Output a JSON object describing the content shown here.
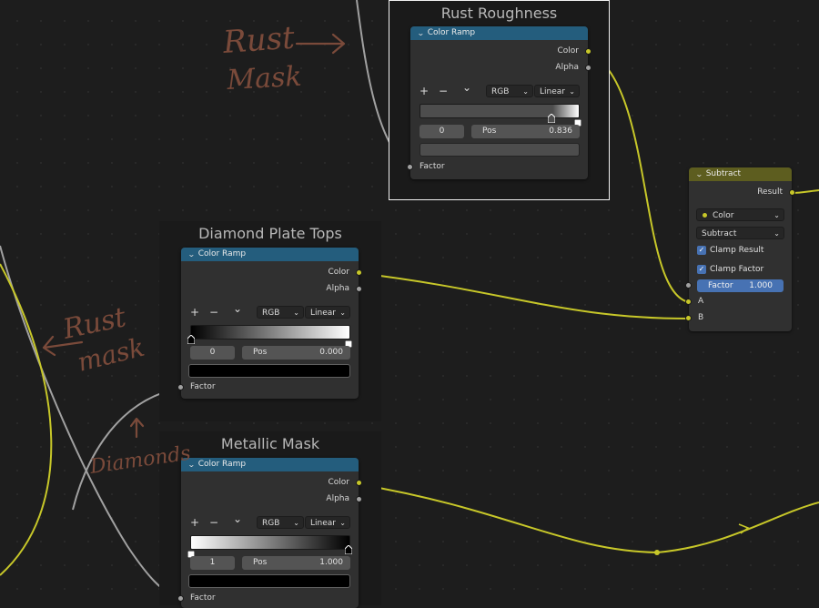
{
  "frames": {
    "rust_roughness": {
      "title": "Rust Roughness"
    },
    "diamond_plate_tops": {
      "title": "Diamond Plate Tops"
    },
    "metallic_mask": {
      "title": "Metallic Mask"
    }
  },
  "nodes": {
    "rust_ramp": {
      "header": "Color Ramp",
      "outputs": [
        "Color",
        "Alpha"
      ],
      "add_label": "+",
      "remove_label": "−",
      "menu_label": "⌄",
      "color_mode": "RGB",
      "interpolation": "Linear",
      "stop_index": "0",
      "pos_label": "Pos",
      "pos_value": "0.836",
      "input": "Factor"
    },
    "diamond_ramp": {
      "header": "Color Ramp",
      "outputs": [
        "Color",
        "Alpha"
      ],
      "add_label": "+",
      "remove_label": "−",
      "menu_label": "⌄",
      "color_mode": "RGB",
      "interpolation": "Linear",
      "stop_index": "0",
      "pos_label": "Pos",
      "pos_value": "0.000",
      "input": "Factor"
    },
    "metallic_ramp": {
      "header": "Color Ramp",
      "outputs": [
        "Color",
        "Alpha"
      ],
      "add_label": "+",
      "remove_label": "−",
      "menu_label": "⌄",
      "color_mode": "RGB",
      "interpolation": "Linear",
      "stop_index": "1",
      "pos_label": "Pos",
      "pos_value": "1.000",
      "input": "Factor"
    },
    "subtract": {
      "header": "Subtract",
      "output": "Result",
      "data_type": "Color",
      "blend_mode": "Subtract",
      "clamp_result": {
        "label": "Clamp Result",
        "checked": true
      },
      "clamp_factor": {
        "label": "Clamp Factor",
        "checked": true
      },
      "factor_label": "Factor",
      "factor_value": "1.000",
      "inputs": [
        "A",
        "B"
      ]
    }
  },
  "annotations": {
    "rust_mask_top": [
      "Rust",
      "Mask"
    ],
    "rust_mask_left": [
      "Rust",
      "mask"
    ],
    "diamonds": "Diamonds"
  },
  "colors": {
    "canvas": "#1d1d1d",
    "node_body": "#303030",
    "ramp_header": "#245d7d",
    "math_header": "#5d5d1f",
    "color_wire": "#c7c729",
    "float_wire": "#a1a1a1",
    "annotation": "#7a4a3a",
    "selected_field": "#4772b3"
  }
}
